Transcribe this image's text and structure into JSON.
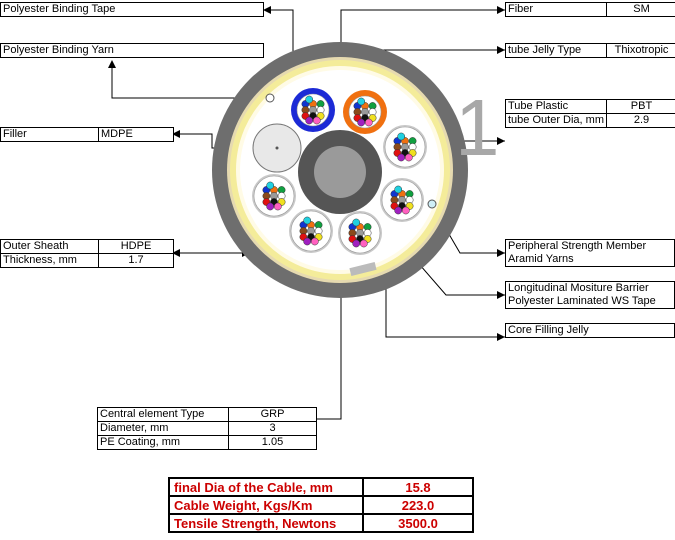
{
  "labels": {
    "binding_tape": "Polyester Binding Tape",
    "binding_yarn": "Polyester Binding Yarn",
    "filler": {
      "key": "Filler",
      "value": "MDPE"
    },
    "outer_sheath": {
      "key": "Outer Sheath",
      "value": "HDPE"
    },
    "thickness": {
      "key": "Thickness, mm",
      "value": "1.7"
    },
    "fiber": {
      "key": "Fiber",
      "value": "SM"
    },
    "tube_jelly": {
      "key": "tube Jelly Type",
      "value": "Thixotropic"
    },
    "tube_plastic": {
      "key": "Tube Plastic",
      "value": "PBT"
    },
    "tube_outer_dia": {
      "key": "tube Outer Dia, mm",
      "value": "2.9"
    },
    "peripheral_strength": "Peripheral Strength Member",
    "aramid": "Aramid Yarns",
    "moisture_barrier": "Longitudinal Mositure Barrier",
    "ws_tape": "Polyester Laminated  WS Tape",
    "core_jelly": "Core Filling Jelly"
  },
  "central_element": {
    "rows": [
      {
        "key": "Central element Type",
        "value": "GRP"
      },
      {
        "key": "Diameter, mm",
        "value": "3"
      },
      {
        "key": "PE Coating, mm",
        "value": "1.05"
      }
    ]
  },
  "summary": [
    {
      "key": "final Dia of the Cable, mm",
      "value": "15.8"
    },
    {
      "key": "Cable Weight, Kgs/Km",
      "value": "223.0"
    },
    {
      "key": "Tensile Strength, Newtons",
      "value": "3500.0"
    }
  ],
  "watermark": "1",
  "colors": {
    "outer_sheath": "#6e6e6e",
    "binding_ring": "#f4ec9a",
    "tube_blue": "#1c2ad6",
    "tube_orange": "#f07010",
    "tube_gray": "#c8c8c8",
    "central": "#707070"
  },
  "fiber_colors": [
    "#1034d0",
    "#f07010",
    "#10a040",
    "#8a4a1a",
    "#9a9a9a",
    "#ffffff",
    "#e01010",
    "#101010",
    "#f0e020",
    "#a020c0",
    "#ff60c0",
    "#20d0e0"
  ]
}
